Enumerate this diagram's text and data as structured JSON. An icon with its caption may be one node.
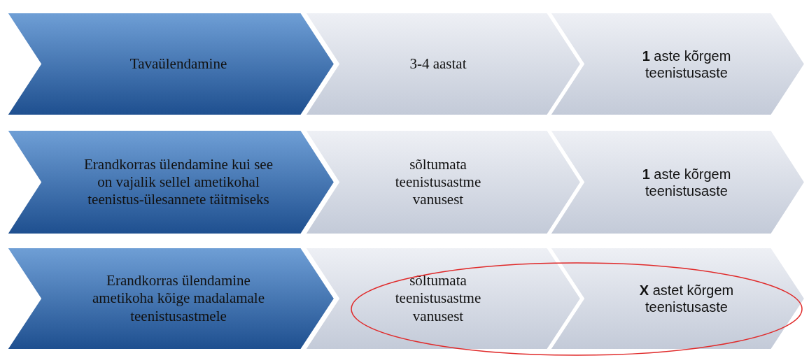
{
  "diagram": {
    "nodes": [
      {
        "text": [
          "Tavaülendamine"
        ]
      },
      {
        "text": [
          "3-4 aastat"
        ]
      },
      {
        "text": [
          "**1** aste kõrgem teenistusaste"
        ]
      },
      {
        "text": [
          "Erandkorras ülendamine kui see on vajalik sellel ametikohal teenistus-ülesannete täitmiseks"
        ]
      },
      {
        "text": [
          "sõltumata teenistusastme vanusest"
        ]
      },
      {
        "text": [
          "**1** aste kõrgem teenistusaste"
        ]
      },
      {
        "text": [
          "Erandkorras ülendamine ametikoha kõige madalamale teenistusastmele"
        ]
      },
      {
        "text": [
          "sõltumata teenistusastme vanusest"
        ]
      },
      {
        "text": [
          "**X** astet kõrgem teenistusaste"
        ]
      },
      {
        "text": [],
        "shape": "ellipse"
      }
    ]
  }
}
